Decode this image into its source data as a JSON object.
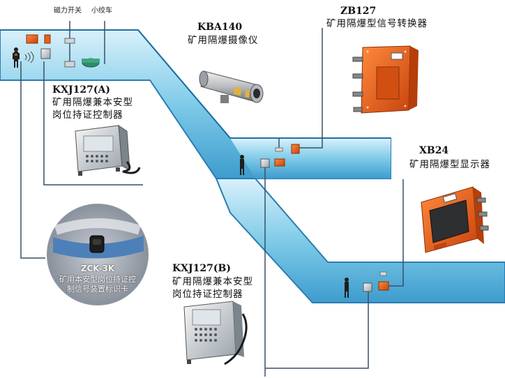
{
  "switches": {
    "magnetic_switch": "磁力开关",
    "small_winch": "小绞车"
  },
  "devices": {
    "kxj127a": {
      "model": "KXJ127(A)",
      "desc_line1": "矿用隔爆兼本安型",
      "desc_line2": "岗位持证控制器"
    },
    "kba140": {
      "model": "KBA140",
      "desc": "矿用隔爆摄像仪"
    },
    "zb127": {
      "model": "ZB127",
      "desc": "矿用隔爆型信号转换器"
    },
    "xb24": {
      "model": "XB24",
      "desc": "矿用隔爆型显示器"
    },
    "kxj127b": {
      "model": "KXJ127(B)",
      "desc_line1": "矿用隔爆兼本安型",
      "desc_line2": "岗位持证控制器"
    },
    "zck3k": {
      "model": "ZCK-3K",
      "desc_line1": "矿用本安型岗位持证控",
      "desc_line2": "制信号装置标识卡"
    }
  },
  "colors": {
    "tunnel_fill": "#7fcbe8",
    "tunnel_edge": "#2b7db0",
    "device_orange": "#e8611c",
    "cable": "#3a4f66"
  }
}
